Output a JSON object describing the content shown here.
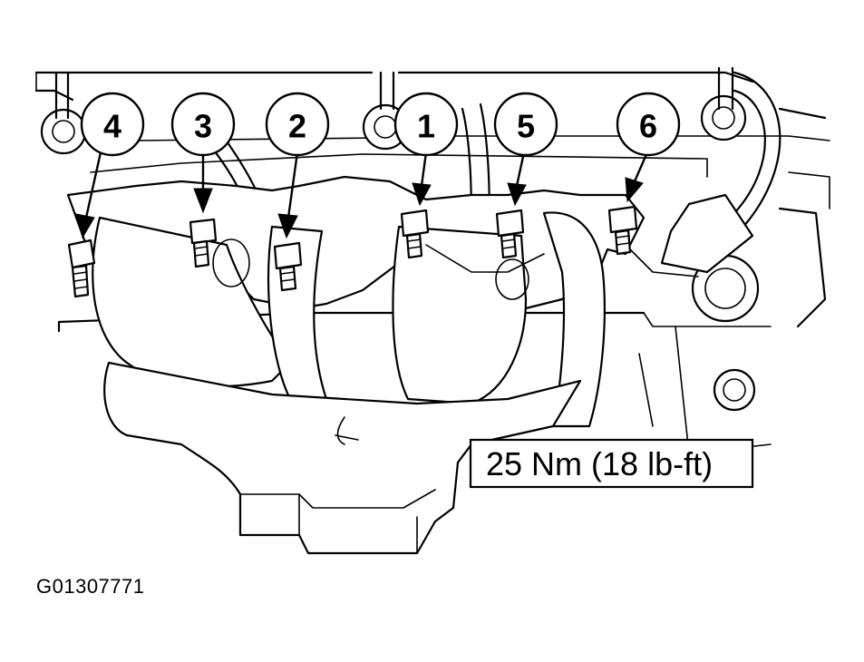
{
  "callouts": [
    {
      "label": "4"
    },
    {
      "label": "3"
    },
    {
      "label": "2"
    },
    {
      "label": "1"
    },
    {
      "label": "5"
    },
    {
      "label": "6"
    }
  ],
  "torque_spec": "25 Nm (18 lb-ft)",
  "figure_id": "G01307771"
}
